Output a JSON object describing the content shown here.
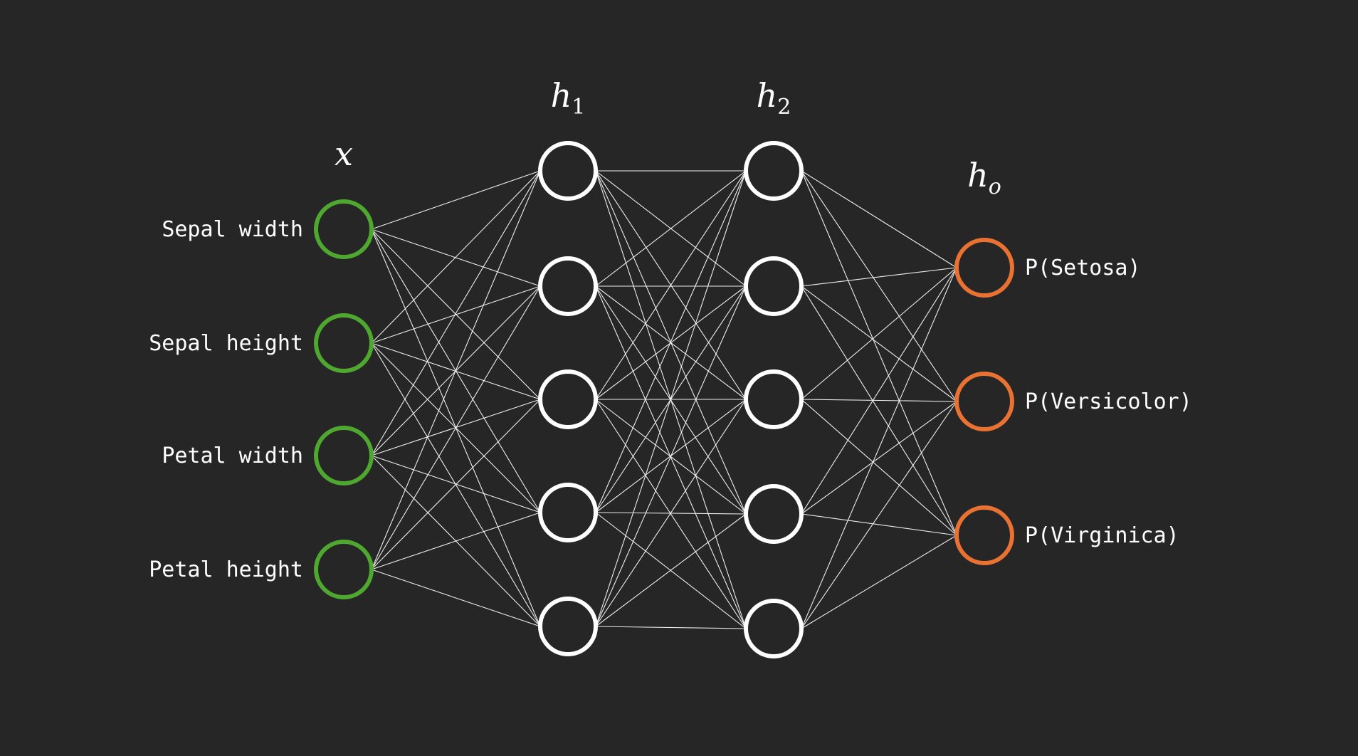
{
  "diagram": {
    "title": "Neural network for Iris classification",
    "colors": {
      "background": "#262626",
      "input_node": "#4ea72e",
      "hidden_node": "#ffffff",
      "output_node": "#e97132",
      "edge": "#ffffff",
      "text": "#ffffff"
    },
    "layers": [
      {
        "id": "x",
        "label": "x",
        "subscript": "",
        "type": "input",
        "nodes": [
          "Sepal width",
          "Sepal height",
          "Petal width",
          "Petal height"
        ]
      },
      {
        "id": "h1",
        "label": "h",
        "subscript": "1",
        "type": "hidden",
        "nodes": [
          "",
          "",
          "",
          "",
          ""
        ]
      },
      {
        "id": "h2",
        "label": "h",
        "subscript": "2",
        "type": "hidden",
        "nodes": [
          "",
          "",
          "",
          "",
          ""
        ]
      },
      {
        "id": "ho",
        "label": "h",
        "subscript": "o",
        "type": "output",
        "nodes": [
          "P(Setosa)",
          "P(Versicolor)",
          "P(Virginica)"
        ]
      }
    ],
    "connectivity": "fully-connected between consecutive layers"
  }
}
